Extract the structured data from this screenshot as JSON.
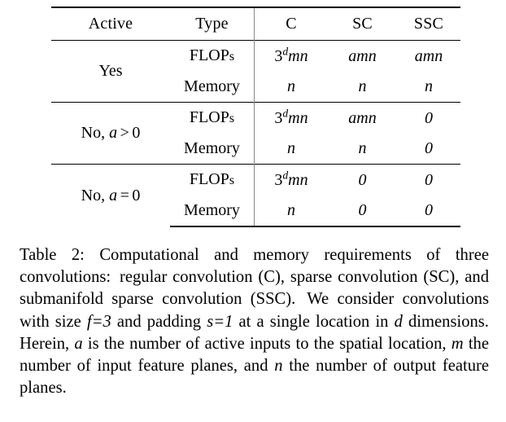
{
  "table": {
    "id": "table-2",
    "columns": [
      "Active",
      "Type",
      "C",
      "SC",
      "SSC"
    ],
    "header": {
      "active": "Active",
      "type": "Type",
      "c": "C",
      "sc": "SC",
      "ssc": "SSC"
    },
    "row_labels": {
      "type_flops": "FLOP",
      "type_flops_suffix": "s",
      "type_memory": "Memory"
    },
    "groups": [
      {
        "active_label": "Yes",
        "active_is_math": false,
        "rows": [
          {
            "type": "FLOPs",
            "c": "3^d mn",
            "sc": "amn",
            "ssc": "amn"
          },
          {
            "type": "Memory",
            "c": "n",
            "sc": "n",
            "ssc": "n"
          }
        ]
      },
      {
        "active_label": "No, a > 0",
        "active_is_math": true,
        "active_parts": {
          "prefix": "No,",
          "var": "a",
          "op": ">",
          "value": "0"
        },
        "rows": [
          {
            "type": "FLOPs",
            "c": "3^d mn",
            "sc": "amn",
            "ssc": "0"
          },
          {
            "type": "Memory",
            "c": "n",
            "sc": "n",
            "ssc": "0"
          }
        ]
      },
      {
        "active_label": "No, a = 0",
        "active_is_math": true,
        "active_parts": {
          "prefix": "No,",
          "var": "a",
          "op": "=",
          "value": "0"
        },
        "rows": [
          {
            "type": "FLOPs",
            "c": "3^d mn",
            "sc": "0",
            "ssc": "0"
          },
          {
            "type": "Memory",
            "c": "n",
            "sc": "0",
            "ssc": "0"
          }
        ]
      }
    ],
    "math_tokens": {
      "three": "3",
      "d": "d",
      "mn": "mn",
      "amn": "amn",
      "n": "n",
      "zero": "0",
      "a": "a",
      "gt": ">",
      "eq": "="
    }
  },
  "caption": {
    "label": "Table 2:",
    "text_1": "Computational and memory requirements of three convolutions:",
    "text_2": "regular convolution (C), sparse convolution (SC), and submanifold sparse convolution (SSC).",
    "text_3": "We consider convolutions with size",
    "math_f": "f",
    "math_eq1": "=",
    "math_3": "3",
    "text_4": "and padding",
    "math_s": "s",
    "math_eq2": "=",
    "math_1": "1",
    "text_5": "at a single location in",
    "math_d": "d",
    "text_6": "dimensions. Herein,",
    "math_a": "a",
    "text_7": "is the number of active inputs to the spatial location,",
    "math_m": "m",
    "text_8": "the number of input feature planes, and",
    "math_n": "n",
    "text_9": "the number of output feature planes."
  },
  "colors": {
    "text": "#000000",
    "rule": "#000000",
    "vertical_rule": "#8a8a8a",
    "background": "#ffffff"
  }
}
